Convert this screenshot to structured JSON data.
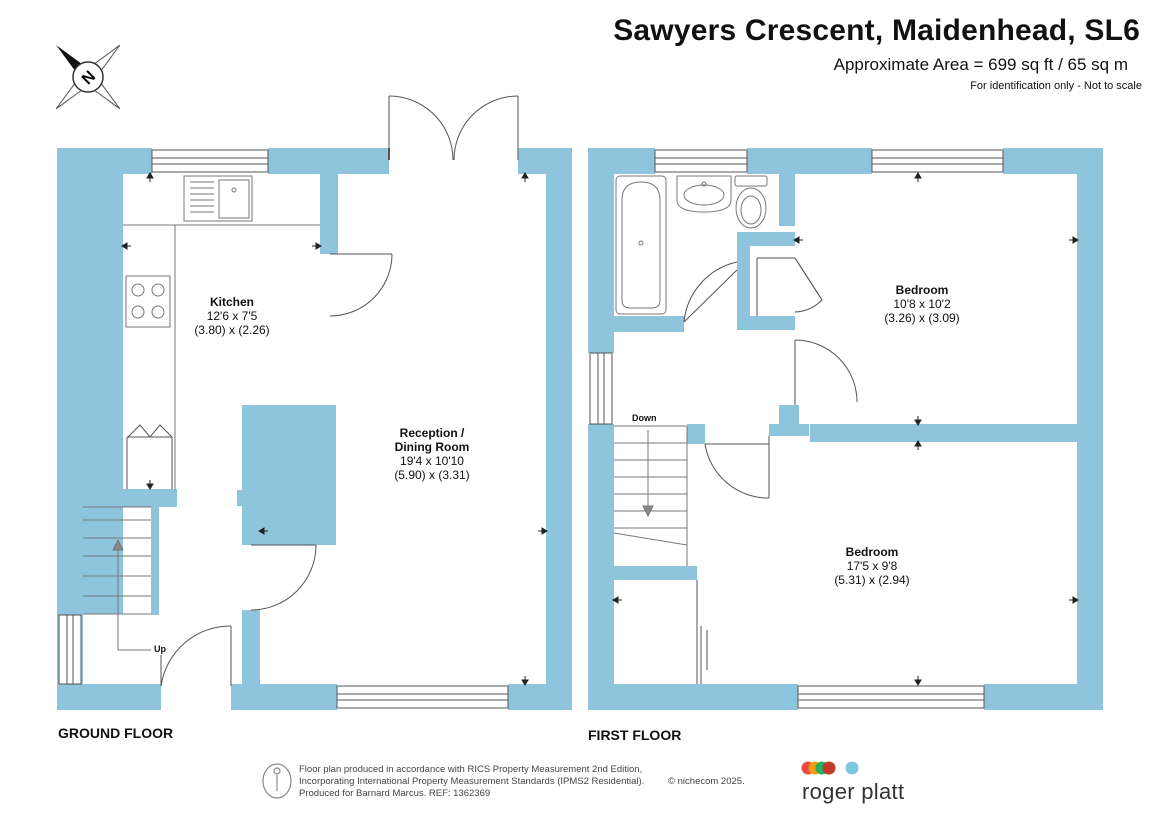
{
  "header": {
    "title": "Sawyers Crescent, Maidenhead, SL6",
    "area": "Approximate Area = 699 sq ft / 65 sq m",
    "note": "For identification only - Not to scale"
  },
  "compass": {
    "letter": "N",
    "icon": "compass-rose-icon"
  },
  "floors": {
    "ground": {
      "label": "GROUND FLOOR",
      "stairs_label": "Up",
      "rooms": [
        {
          "name": "Kitchen",
          "imperial": "12'6 x 7'5",
          "metric": "(3.80) x (2.26)"
        },
        {
          "name": "Reception /",
          "name2": "Dining Room",
          "imperial": "19'4 x 10'10",
          "metric": "(5.90) x (3.31)"
        }
      ]
    },
    "first": {
      "label": "FIRST FLOOR",
      "stairs_label": "Down",
      "rooms": [
        {
          "name": "Bedroom",
          "imperial": "10'8 x 10'2",
          "metric": "(3.26) x (3.09)"
        },
        {
          "name": "Bedroom",
          "imperial": "17'5 x 9'8",
          "metric": "(5.31) x (2.94)"
        }
      ]
    }
  },
  "footer": {
    "lines": [
      "Floor plan produced in accordance with RICS Property Measurement 2nd Edition,",
      "Incorporating International Property Measurement Standards (IPMS2 Residential).",
      "Produced for Barnard Marcus.   REF:  1362369"
    ],
    "copyright": "© nichecom 2025.",
    "brand": "roger platt",
    "brand_dot_colors": [
      "#e74c3c",
      "#f39c12",
      "#27ae60",
      "#8e44ad",
      "#7fc4e0"
    ]
  },
  "colors": {
    "wall": "#8ec5dc",
    "line": "#555555"
  }
}
